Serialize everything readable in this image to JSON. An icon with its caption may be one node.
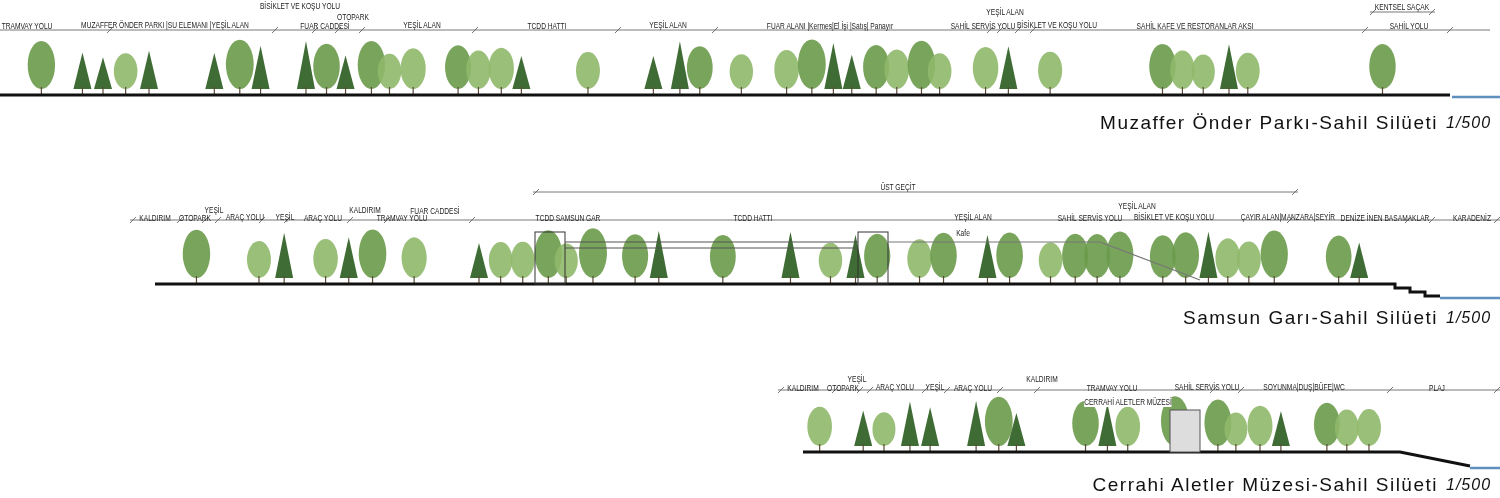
{
  "diagram": {
    "labels": [
      "BİSİKLET VE KOŞU YOLU",
      "OTOPARK",
      "YEŞİL ALAN",
      "KENTSEL SAÇAK",
      "TRAMVAY YOLU",
      "MUZAFFER ÖNDER PARKI |SU ELEMANI |YEŞİL ALAN",
      "FUAR CADDESİ",
      "YEŞİL ALAN",
      "TCDD HATTI",
      "YEŞİL ALAN",
      "FUAR ALANI |Kermes|El İşi |Satış| Panayır",
      "SAHİL SERVİS YOLU",
      "BİSİKLET VE KOŞU YOLU",
      "SAHİL KAFE VE RESTORANLAR AKSI",
      "SAHİL YOLU",
      "Muzaffer Önder Parkı-Sahil Silüeti",
      "1/500",
      "ÜST GEÇİT",
      "YEŞİL",
      "KALDIRIM",
      "FUAR CADDESİ",
      "YEŞİL ALAN",
      "KALDIRIM",
      "OTOPARK",
      "ARAÇ YOLU",
      "YEŞİL",
      "ARAÇ YOLU",
      "TRAMVAY YOLU",
      "TCDD SAMSUN GAR",
      "TCDD HATTI",
      "YEŞİL ALAN",
      "SAHİL SERVİS YOLU",
      "BİSİKLET VE KOŞU YOLU",
      "ÇAYIR ALAN|MANZARA|SEYİR",
      "DENİZE İNEN BASAMAKLAR",
      "KARADENİZ",
      "Kafe",
      "Samsun Garı-Sahil Silüeti",
      "1/500",
      "YEŞİL",
      "KALDIRIM",
      "KALDIRIM",
      "OTOPARK",
      "ARAÇ YOLU",
      "YEŞİL",
      "ARAÇ YOLU",
      "TRAMVAY YOLU",
      "SAHİL SERVİS YOLU",
      "SOYUNMA|DUŞ|BÜFE|WC",
      "PLAJ",
      "CERRAHİ ALETLER MÜZESİ",
      "Cerrahi Aletler Müzesi-Sahil Silüeti",
      "1/500"
    ]
  }
}
